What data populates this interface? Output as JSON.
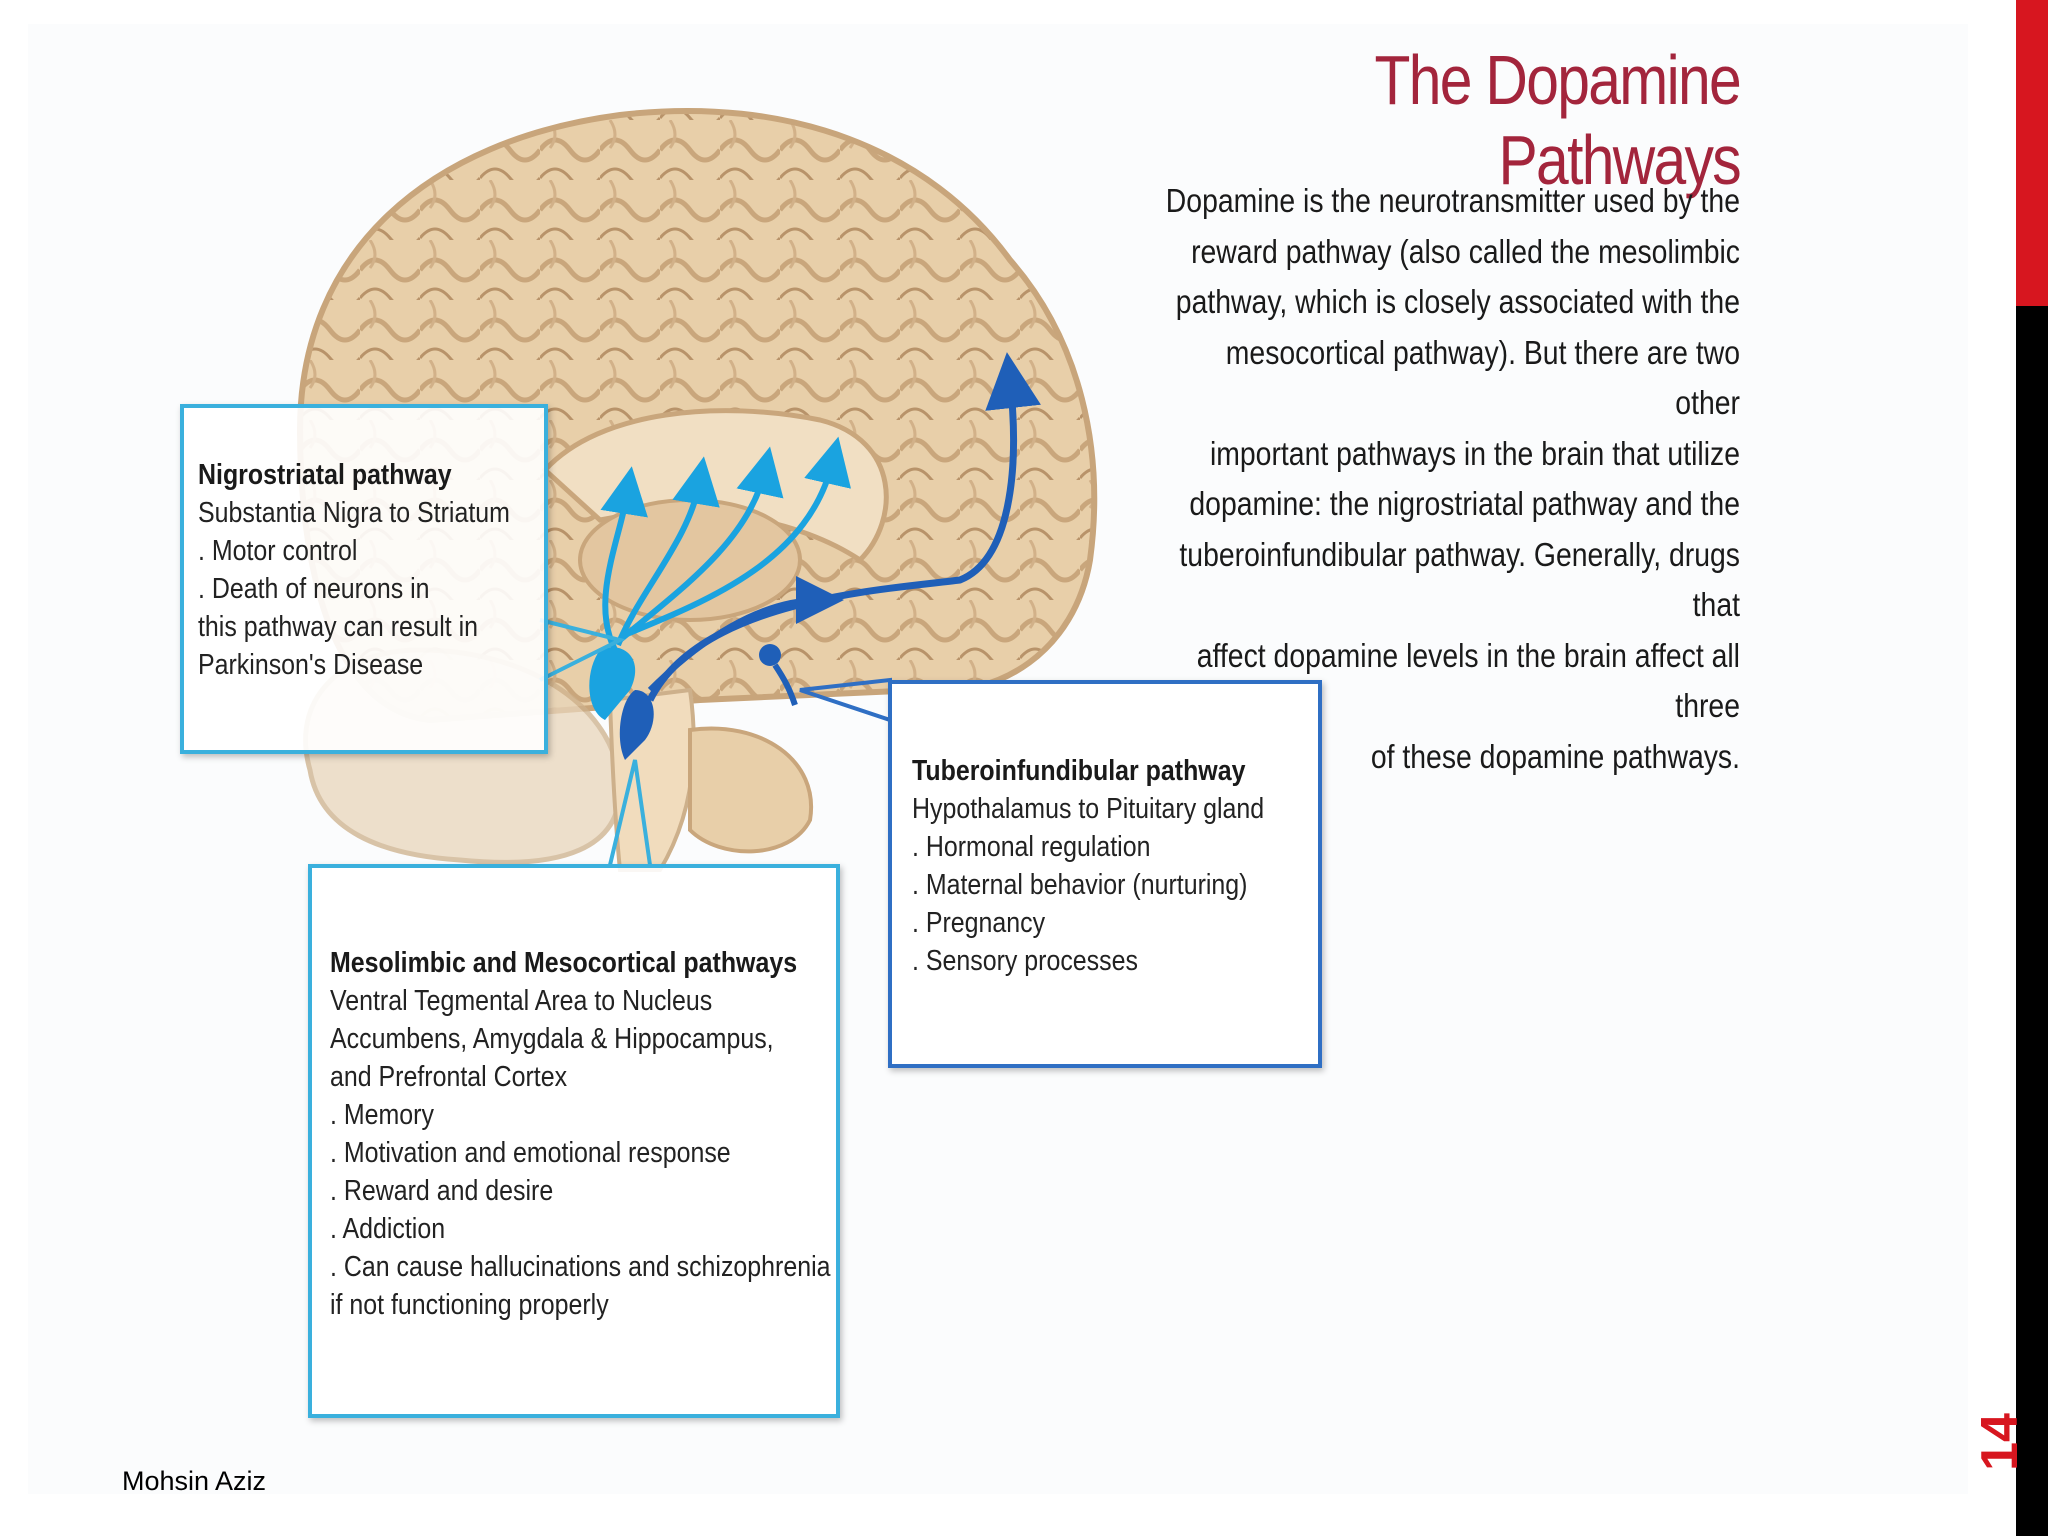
{
  "slide": {
    "title": "The Dopamine Pathways",
    "intro_lines": [
      "Dopamine is the neurotransmitter used by the",
      "reward pathway (also called the mesolimbic",
      "pathway, which is closely associated with the",
      "mesocortical pathway). But there are two other",
      "important pathways in the brain that utilize",
      "dopamine: the nigrostriatal pathway and the",
      "tuberoinfundibular pathway. Generally, drugs that",
      "affect dopamine levels in the brain affect all three",
      "of these dopamine pathways."
    ],
    "author": "Mohsin Aziz",
    "page_number": "14"
  },
  "callouts": {
    "nigrostriatal": {
      "heading": "Nigrostriatal pathway",
      "lines": [
        "Substantia Nigra to Striatum",
        ". Motor control",
        ". Death of neurons in",
        "this pathway can result in",
        "Parkinson's Disease"
      ]
    },
    "tuberoinfundibular": {
      "heading": "Tuberoinfundibular pathway",
      "lines": [
        "Hypothalamus to Pituitary gland",
        ". Hormonal regulation",
        ". Maternal behavior (nurturing)",
        ". Pregnancy",
        ". Sensory processes"
      ]
    },
    "mesolimbic": {
      "heading": "Mesolimbic and Mesocortical pathways",
      "lines": [
        "Ventral Tegmental Area to Nucleus",
        "Accumbens, Amygdala & Hippocampus,",
        "and Prefrontal Cortex",
        ". Memory",
        ". Motivation and emotional response",
        ". Reward and desire",
        ". Addiction",
        ". Can cause hallucinations and schizophrenia",
        "if not functioning properly"
      ]
    }
  },
  "colors": {
    "title": "#a3253c",
    "accent_red": "#d7161f",
    "callout_light_blue": "#3ab0dd",
    "callout_dark_blue": "#2f6fc4",
    "pathway_light": "#1aa3e0",
    "pathway_dark": "#1f5fb8",
    "brain_tissue": "#e6cba7"
  }
}
